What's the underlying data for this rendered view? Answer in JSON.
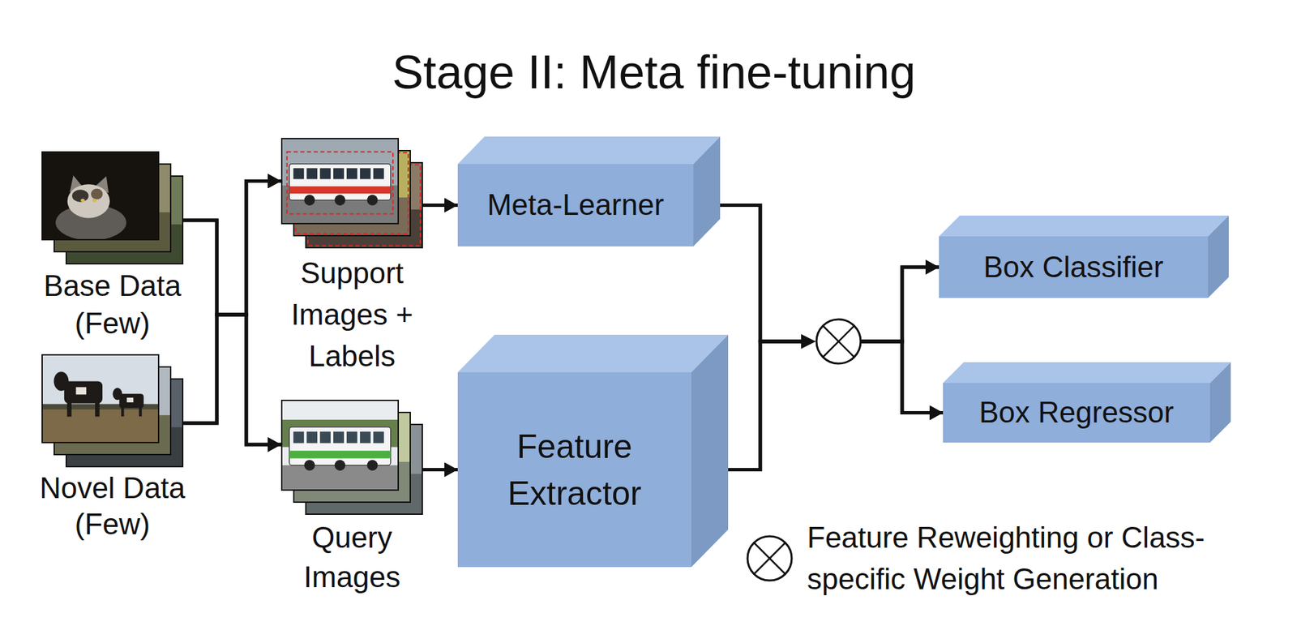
{
  "diagram": {
    "title": "Stage II: Meta fine-tuning",
    "nodes": [
      {
        "text": [
          "Base Data (Few)"
        ]
      },
      {
        "text": [
          "Novel Data (Few)"
        ]
      },
      {
        "text": [
          "Support Images + Labels"
        ]
      },
      {
        "text": [
          "Query Images"
        ]
      },
      {
        "text": [
          "Meta-Learner"
        ]
      },
      {
        "text": [
          "Feature Extractor"
        ]
      },
      {
        "text": [
          "Box Classifier"
        ]
      },
      {
        "text": [
          "Box Regressor"
        ]
      }
    ],
    "edges": [
      {
        "from": 0,
        "to": 2,
        "arrow": "to"
      },
      {
        "from": 0,
        "to": 3,
        "arrow": "to"
      },
      {
        "from": 1,
        "to": 2,
        "arrow": "to"
      },
      {
        "from": 1,
        "to": 3,
        "arrow": "to"
      },
      {
        "from": 2,
        "to": 4,
        "arrow": "to"
      },
      {
        "from": 3,
        "to": 5,
        "arrow": "to"
      },
      {
        "from": 4,
        "to": 6,
        "arrow": "to"
      },
      {
        "from": 4,
        "to": 7,
        "arrow": "to"
      },
      {
        "from": 5,
        "to": 6,
        "arrow": "to"
      },
      {
        "from": 5,
        "to": 7,
        "arrow": "to"
      }
    ],
    "legend": [
      {
        "text": "Feature Reweighting or Class-specific Weight Generation"
      }
    ]
  }
}
